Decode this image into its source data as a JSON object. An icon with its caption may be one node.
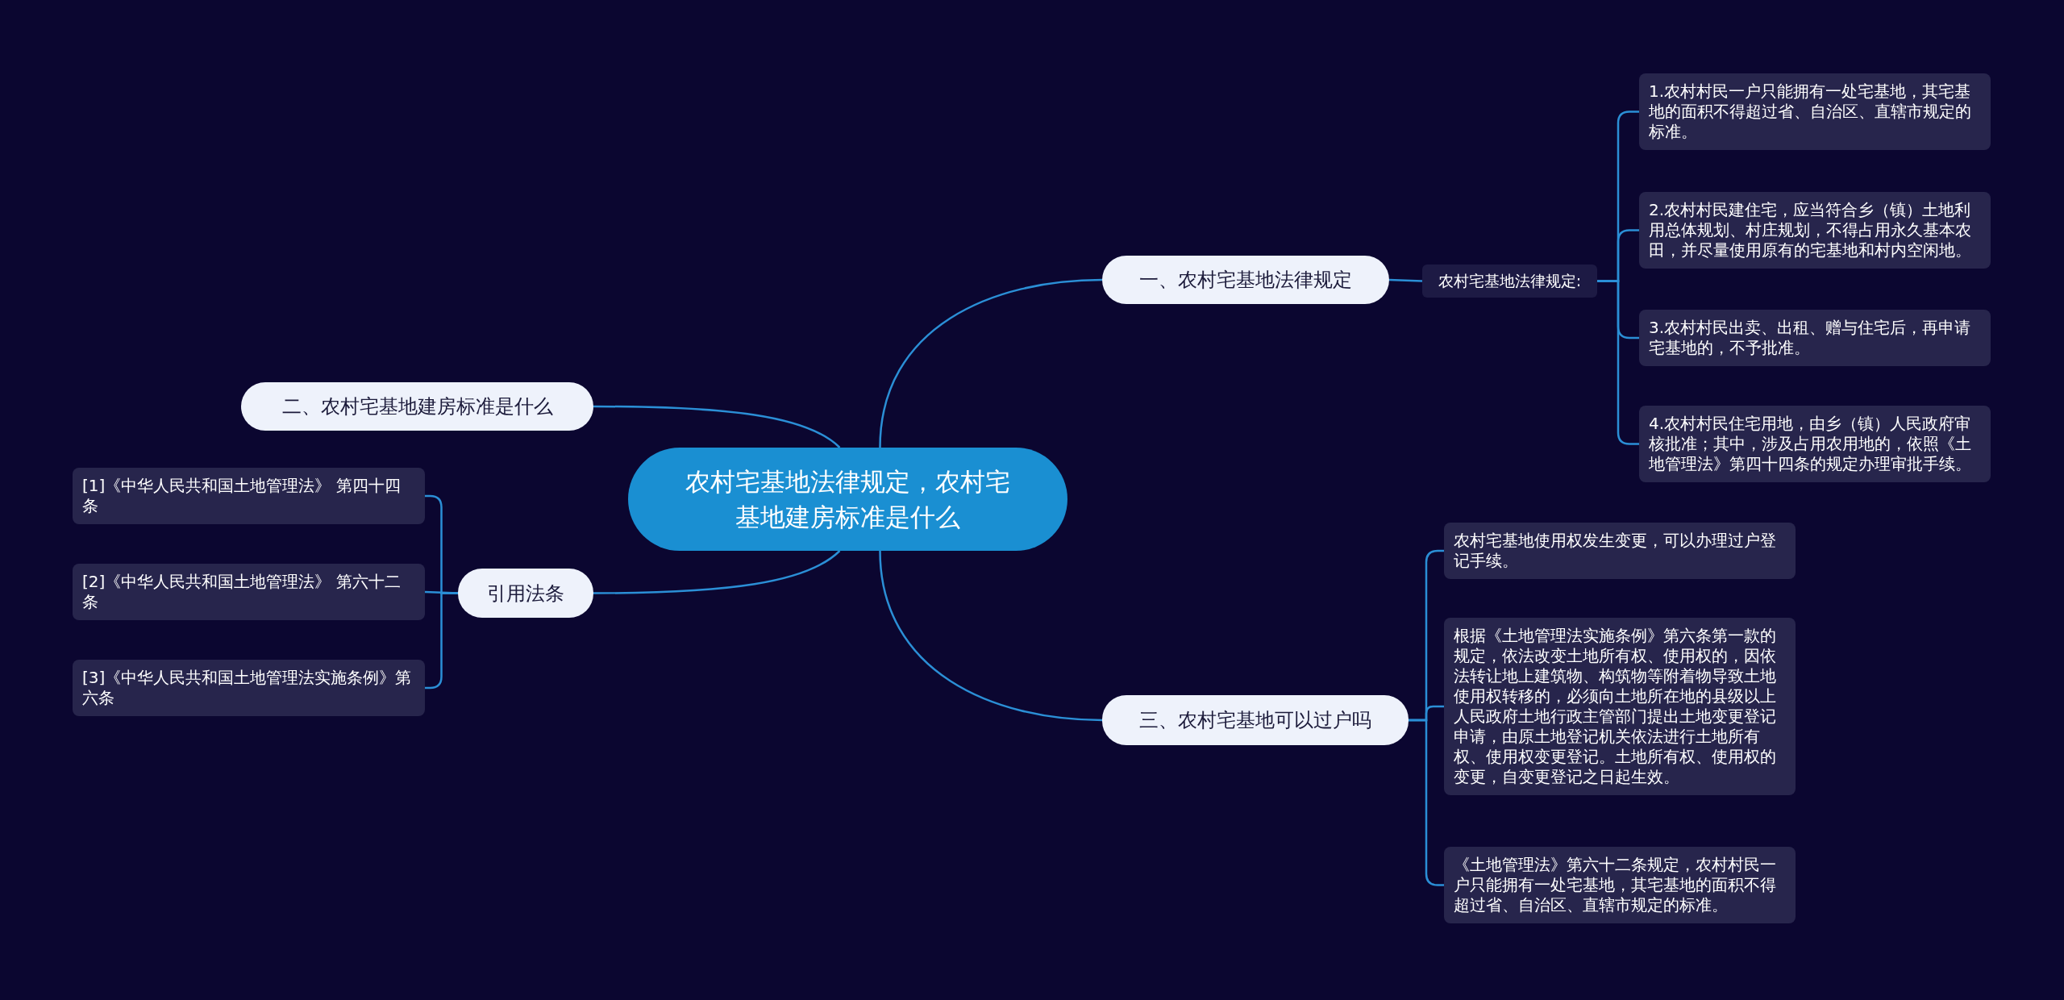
{
  "diagram": {
    "nodes": [
      {
        "text": [
          "农村宅基地法律规定，农村宅基地建房标准是什么"
        ]
      },
      {
        "text": [
          "一、农村宅基地法律规定"
        ]
      },
      {
        "text": [
          "农村宅基地法律规定:"
        ]
      },
      {
        "text": [
          "1.农村村民一户只能拥有一处宅基地，其宅基地的面积不得超过省、自治区、直辖市规定的标准。"
        ]
      },
      {
        "text": [
          "2.农村村民建住宅，应当符合乡（镇）土地利用总体规划、村庄规划，不得占用永久基本农田，并尽量使用原有的宅基地和村内空闲地。"
        ]
      },
      {
        "text": [
          "3.农村村民出卖、出租、赠与住宅后，再申请宅基地的，不予批准。"
        ]
      },
      {
        "text": [
          "4.农村村民住宅用地，由乡（镇）人民政府审核批准；其中，涉及占用农用地的，依照《土地管理法》第四十四条的规定办理审批手续。"
        ]
      },
      {
        "text": [
          "二、农村宅基地建房标准是什么"
        ]
      },
      {
        "text": [
          "三、农村宅基地可以过户吗"
        ]
      },
      {
        "text": [
          "农村宅基地使用权发生变更，可以办理过户登记手续。"
        ]
      },
      {
        "text": [
          "根据《土地管理法实施条例》第六条第一款的规定，依法改变土地所有权、使用权的，因依法转让地上建筑物、构筑物等附着物导致土地使用权转移的，必须向土地所在地的县级以上人民政府土地行政主管部门提出土地变更登记申请，由原土地登记机关依法进行土地所有权、使用权变更登记。土地所有权、使用权的变更，自变更登记之日起生效。"
        ]
      },
      {
        "text": [
          "《土地管理法》第六十二条规定，农村村民一户只能拥有一处宅基地，其宅基地的面积不得超过省、自治区、直辖市规定的标准。"
        ]
      },
      {
        "text": [
          "引用法条"
        ]
      },
      {
        "text": [
          "[1]《中华人民共和国土地管理法》 第四十四条"
        ]
      },
      {
        "text": [
          "[2]《中华人民共和国土地管理法》 第六十二条"
        ]
      },
      {
        "text": [
          "[3]《中华人民共和国土地管理法实施条例》第六条"
        ]
      }
    ],
    "edges": [
      {
        "from": 0,
        "to": 1,
        "arrow": "none"
      },
      {
        "from": 1,
        "to": 2,
        "arrow": "none"
      },
      {
        "from": 2,
        "to": 3,
        "arrow": "none"
      },
      {
        "from": 2,
        "to": 4,
        "arrow": "none"
      },
      {
        "from": 2,
        "to": 5,
        "arrow": "none"
      },
      {
        "from": 2,
        "to": 6,
        "arrow": "none"
      },
      {
        "from": 0,
        "to": 7,
        "arrow": "none"
      },
      {
        "from": 0,
        "to": 8,
        "arrow": "none"
      },
      {
        "from": 8,
        "to": 9,
        "arrow": "none"
      },
      {
        "from": 8,
        "to": 10,
        "arrow": "none"
      },
      {
        "from": 8,
        "to": 11,
        "arrow": "none"
      },
      {
        "from": 0,
        "to": 12,
        "arrow": "none"
      },
      {
        "from": 12,
        "to": 13,
        "arrow": "none"
      },
      {
        "from": 12,
        "to": 14,
        "arrow": "none"
      },
      {
        "from": 12,
        "to": 15,
        "arrow": "none"
      }
    ]
  }
}
